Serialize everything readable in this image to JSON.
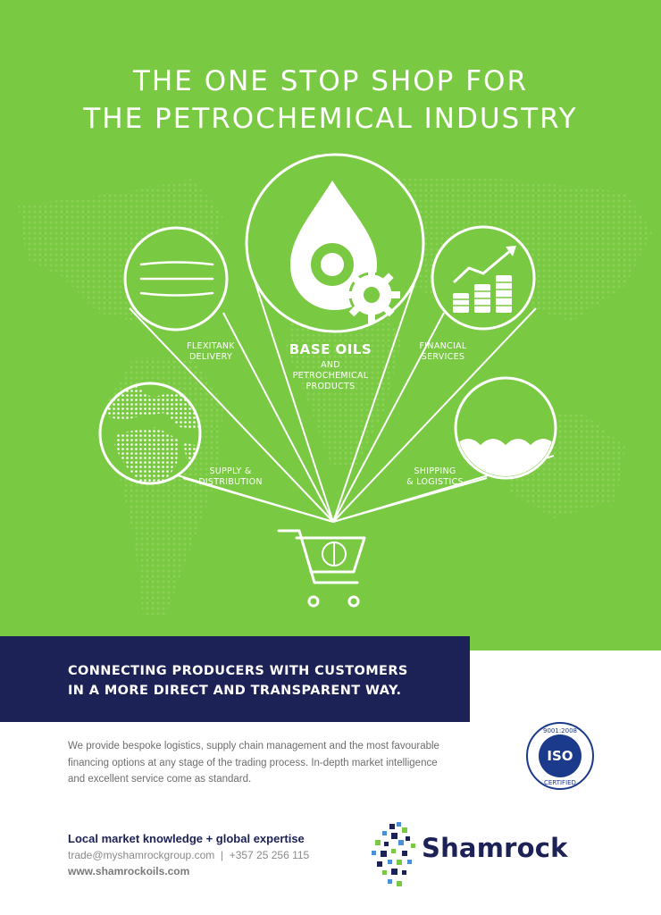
{
  "hero": {
    "title_line1": "THE ONE STOP SHOP FOR",
    "title_line2": "THE PETROCHEMICAL INDUSTRY",
    "background": "#7ac943"
  },
  "services": {
    "flexitank": {
      "line1": "FLEXITANK",
      "line2": "DELIVERY",
      "icon": "tank-lines-icon"
    },
    "base_oils": {
      "title": "BASE OILS",
      "line1": "AND",
      "line2": "PETROCHEMICAL",
      "line3": "PRODUCTS",
      "icon": "oil-drop-gears-icon"
    },
    "financial": {
      "line1": "FINANCIAL",
      "line2": "SERVICES",
      "icon": "coins-growth-icon"
    },
    "supply": {
      "line1": "SUPPLY &",
      "line2": "DISTRIBUTION",
      "icon": "globe-icon"
    },
    "shipping": {
      "line1": "SHIPPING",
      "line2": "& LOGISTICS",
      "icon": "waves-icon"
    },
    "cart_icon": "shopping-cart-icon"
  },
  "banner": {
    "line1": "CONNECTING PRODUCERS WITH CUSTOMERS",
    "line2": "IN A MORE DIRECT AND TRANSPARENT WAY.",
    "background": "#1c2156"
  },
  "body": {
    "line1": "We provide bespoke logistics, supply chain management and the most favourable",
    "line2": "financing options at any stage of the trading process. In-depth market intelligence",
    "line3": "and excellent service come as standard."
  },
  "iso": {
    "top": "9001:2008",
    "center": "ISO",
    "bottom": "CERTIFIED",
    "color": "#1c3a8c"
  },
  "footer": {
    "tagline": "Local market knowledge + global expertise",
    "contact": "trade@myshamrockgroup.com  |  +357 25 256 115",
    "website": "www.shamrockoils.com"
  },
  "logo": {
    "name": "Shamrock",
    "brand_color": "#1c2156"
  }
}
